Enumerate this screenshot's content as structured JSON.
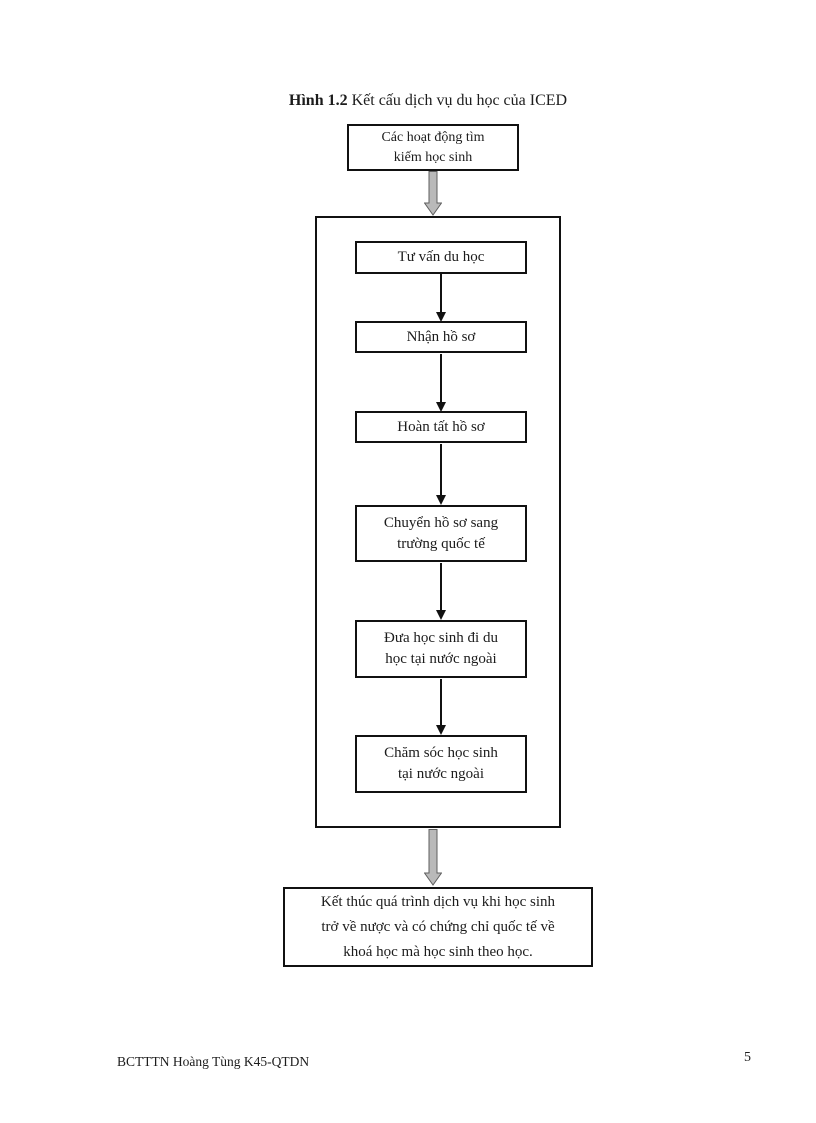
{
  "page": {
    "heading": {
      "bold": "Hình 1.2",
      "rest": "Kết cấu dịch vụ du học của ICED"
    },
    "footer": {
      "left": "BCTTTN Hoàng Tùng K45-QTDN",
      "page_number": "5"
    }
  },
  "flowchart": {
    "entry_box": {
      "lines": [
        "Các hoạt động tìm",
        "kiếm học sinh"
      ]
    },
    "steps": [
      {
        "lines": [
          "Tư vấn du học"
        ]
      },
      {
        "lines": [
          "Nhận hồ sơ"
        ]
      },
      {
        "lines": [
          "Hoàn tất hồ sơ"
        ]
      },
      {
        "lines": [
          "Chuyển hồ sơ sang",
          "trường quốc tế"
        ]
      },
      {
        "lines": [
          "Đưa học sinh đi du",
          "học tại nước ngoài"
        ]
      },
      {
        "lines": [
          "Chăm sóc học sinh",
          "tại nước ngoài"
        ]
      }
    ],
    "end_box": {
      "lines": [
        "Kết thúc quá trình dịch vụ khi học sinh",
        "trở về nược và có chứng chỉ quốc tế về",
        "khoá học mà học sinh theo học."
      ]
    },
    "colors": {
      "box_border": "#111111",
      "text": "#1c1c1c",
      "connector_black": "#111111",
      "block_arrow_fill": "#b9b9b9",
      "block_arrow_outline": "#5f5f5f"
    }
  }
}
